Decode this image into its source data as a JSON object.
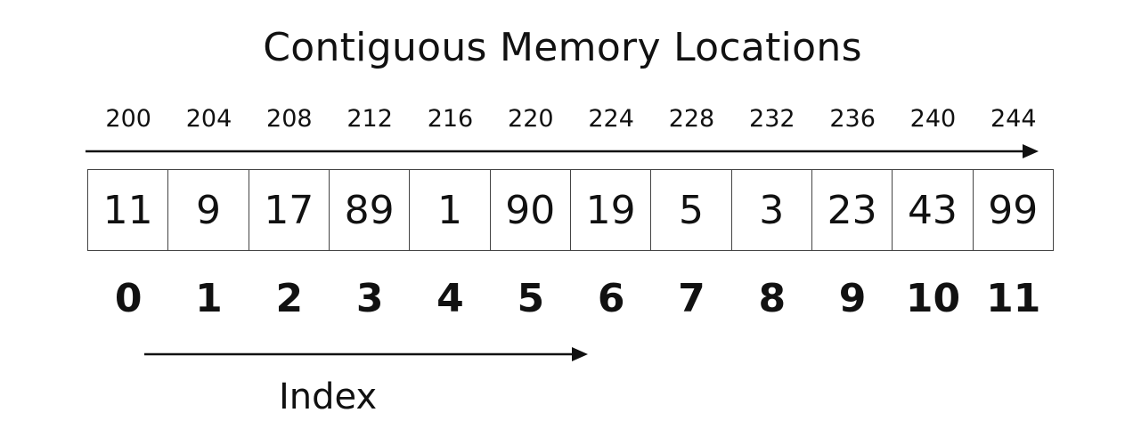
{
  "title": "Contiguous Memory Locations",
  "addresses": [
    "200",
    "204",
    "208",
    "212",
    "216",
    "220",
    "224",
    "228",
    "232",
    "236",
    "240",
    "244"
  ],
  "values": [
    "11",
    "9",
    "17",
    "89",
    "1",
    "90",
    "19",
    "5",
    "3",
    "23",
    "43",
    "99"
  ],
  "indexes": [
    "0",
    "1",
    "2",
    "3",
    "4",
    "5",
    "6",
    "7",
    "8",
    "9",
    "10",
    "11"
  ],
  "index_label": "Index"
}
